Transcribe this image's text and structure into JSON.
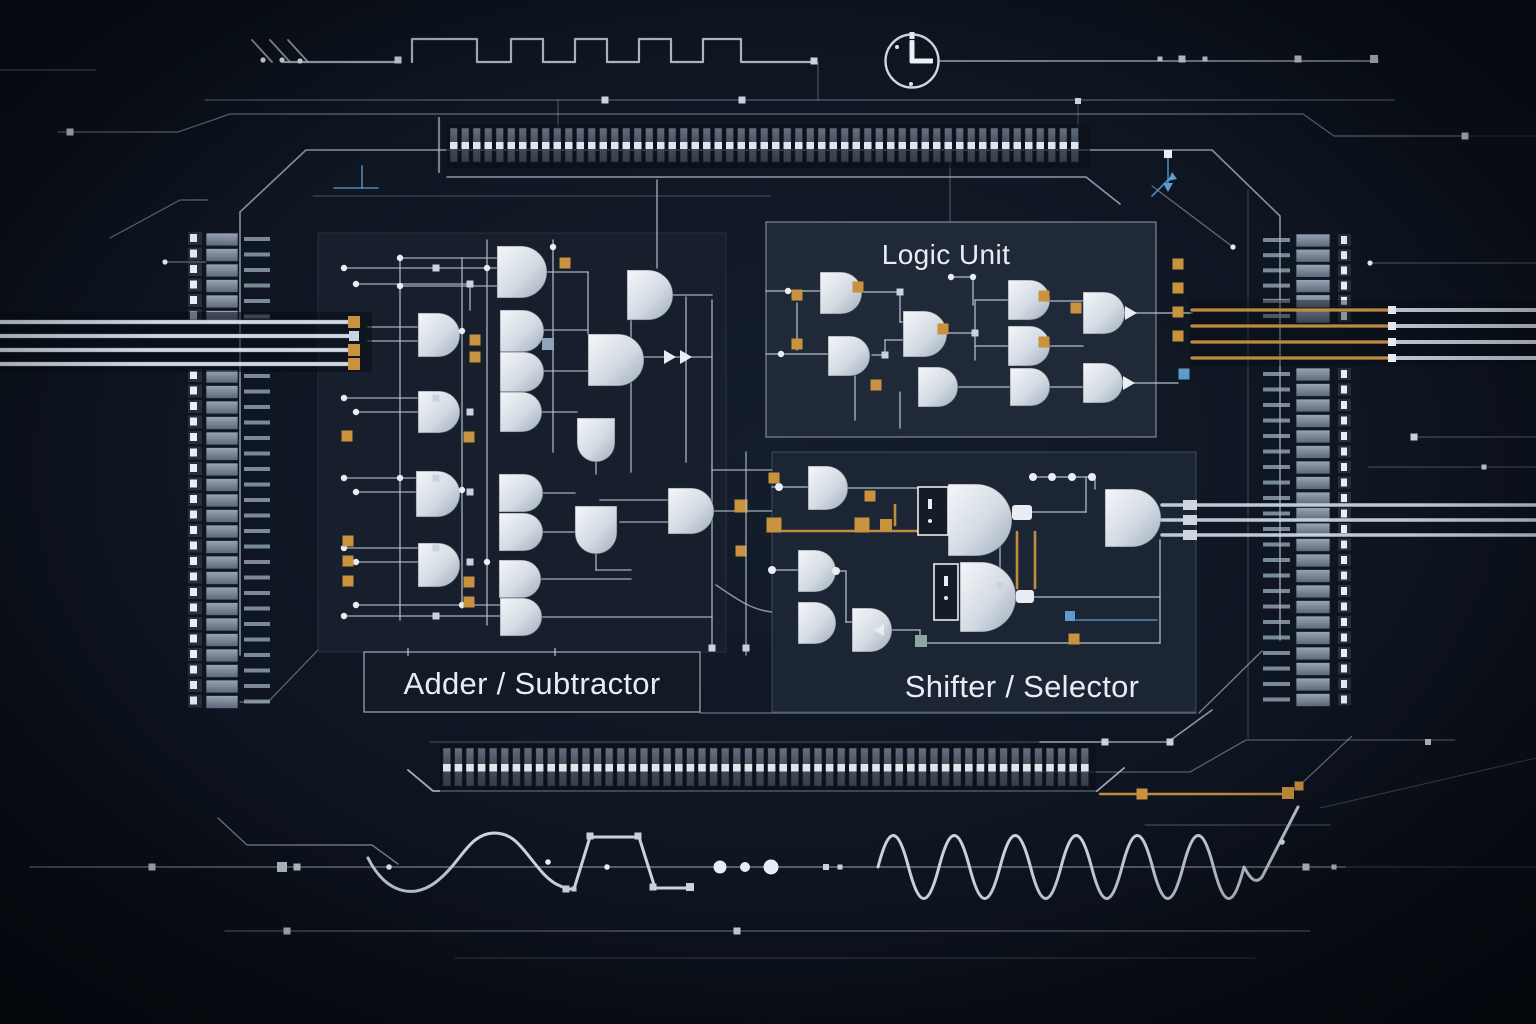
{
  "scene": {
    "description": "Stylized dark-blue digital logic circuit board illustration",
    "background_color": "#0e1521",
    "vignette_color": "#05080e",
    "panel_colors": {
      "adder": "#171f2c",
      "logic_unit": "#202938",
      "shifter": "#1c2533"
    },
    "wire_color": "#b9c5d4",
    "bright_line_color": "#d3dce7",
    "gate_gradient_top": "#f4f7fa",
    "gate_gradient_bottom": "#9fadbd",
    "accent_orange": "#c8923f",
    "accent_blue": "#5b9bd0",
    "accent_teal": "#8fa89f",
    "node_white": "#e9eef5",
    "node_gray": "#c9d2de",
    "text_color": "#e9edf3"
  },
  "labels": {
    "logic_unit": "Logic Unit",
    "adder_subtractor": "Adder / Subtractor",
    "shifter_selector": "Shifter / Selector"
  },
  "icons": {
    "clock": "clock-icon",
    "and_gate": "and-gate-icon",
    "register_block": "register-block-icon"
  },
  "waveforms": {
    "top": {
      "name": "clock-square-wave",
      "pulses": 5
    },
    "bottom_left": {
      "name": "sine-then-trapezoid-wave"
    },
    "bottom_right": {
      "name": "sine-wave",
      "cycles": 6
    }
  },
  "counts": {
    "top_comb_teeth": 55,
    "bottom_comb_teeth": 56,
    "left_pins": 28,
    "right_pins": 28,
    "left_bus_lines": 4,
    "right_bus_lines": 4,
    "shifter_output_lines": 3,
    "adder_gates": 17,
    "logic_unit_gates": 9,
    "shifter_gates": 7
  }
}
